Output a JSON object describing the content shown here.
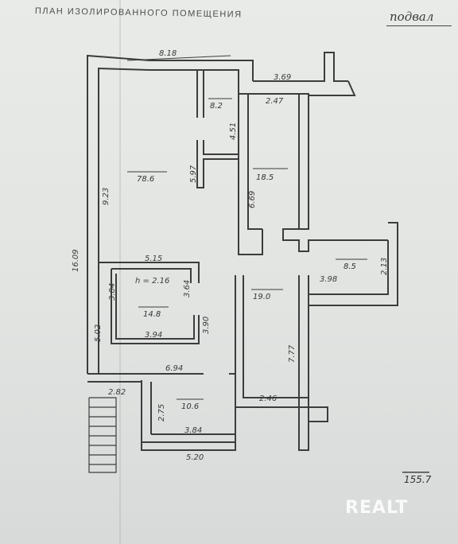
{
  "title": "ПЛАН ИЗОЛИРОВАННОГО ПОМЕЩЕНИЯ",
  "floor_label": "подвал",
  "total_area": "155.7",
  "watermark": "REALT",
  "rooms": {
    "r82": "8.2",
    "r786": "78.6",
    "r185": "18.5",
    "r85": "8.5",
    "r148": "14.8",
    "r190": "19.0",
    "r106": "10.6",
    "ceiling": "h = 2.16"
  },
  "dimensions": {
    "top": "8.18",
    "top_right": "3.69",
    "room185_top": "2.47",
    "d451": "4.51",
    "d597": "5.97",
    "d923": "9.23",
    "d1609": "16.09",
    "d669": "6.69",
    "d515": "5.15",
    "d384_left": "3.84",
    "d364": "3.64",
    "d502": "5.02",
    "d390": "3.90",
    "d394": "3.94",
    "d398": "3.98",
    "d213": "2.13",
    "d777": "7.77",
    "d694": "6.94",
    "d282": "2.82",
    "d275": "2.75",
    "d246": "2.46",
    "d384_bottom": "3.84",
    "d520": "5.20"
  },
  "colors": {
    "paper": "#e6e8e6",
    "wall": "#3c3c3c",
    "ink": "#333333"
  }
}
